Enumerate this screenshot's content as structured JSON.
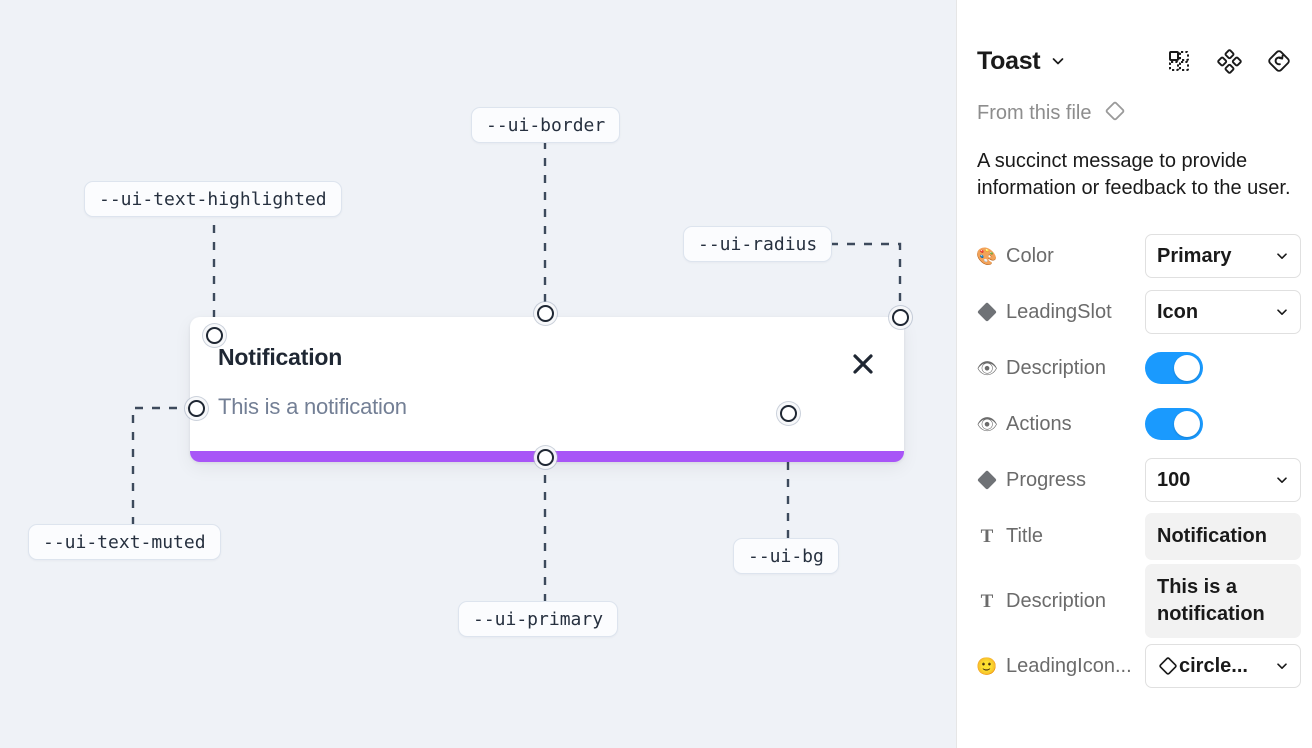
{
  "canvas": {
    "background_color": "#eff2f7",
    "toast": {
      "title": "Notification",
      "description": "This is a notification",
      "close_icon": "close-x-icon",
      "progress_color": "#a855f7",
      "background_color": "#ffffff"
    },
    "tokens": [
      {
        "id": "ui-text-highlighted",
        "label": "--ui-text-highlighted"
      },
      {
        "id": "ui-border",
        "label": "--ui-border"
      },
      {
        "id": "ui-radius",
        "label": "--ui-radius"
      },
      {
        "id": "ui-text-muted",
        "label": "--ui-text-muted"
      },
      {
        "id": "ui-primary",
        "label": "--ui-primary"
      },
      {
        "id": "ui-bg",
        "label": "--ui-bg"
      }
    ]
  },
  "panel": {
    "title": "Toast",
    "title_chevron_icon": "chevron-down-icon",
    "header_icons": [
      {
        "name": "component-grid-icon"
      },
      {
        "name": "component-set-diamond-icon"
      },
      {
        "name": "reset-instance-icon"
      }
    ],
    "from_file": {
      "label": "From this file",
      "icon": "component-diamond-icon"
    },
    "description": "A succinct message to provide information or feedback to the user.",
    "properties": [
      {
        "icon": "palette-emoji",
        "glyph": "🎨",
        "label": "Color",
        "control": "select",
        "value": "Primary"
      },
      {
        "icon": "variant-diamond-icon",
        "glyph": "",
        "label": "LeadingSlot",
        "control": "select",
        "value": "Icon"
      },
      {
        "icon": "eye-emoji",
        "glyph": "👁",
        "label": "Description",
        "control": "toggle",
        "value": "on"
      },
      {
        "icon": "eye-emoji",
        "glyph": "👁",
        "label": "Actions",
        "control": "toggle",
        "value": "on"
      },
      {
        "icon": "variant-diamond-icon",
        "glyph": "",
        "label": "Progress",
        "control": "select",
        "value": "100"
      },
      {
        "icon": "text-prop-icon",
        "glyph": "T",
        "label": "Title",
        "control": "text",
        "value": "Notification"
      },
      {
        "icon": "text-prop-icon",
        "glyph": "T",
        "label": "Description",
        "control": "text",
        "value": "This is a notification"
      },
      {
        "icon": "smiley-emoji",
        "glyph": "🙂",
        "label": "LeadingIcon...",
        "control": "select-instance",
        "value": "circle..."
      }
    ]
  },
  "colors": {
    "accent_blue": "#1a9afe",
    "primary_purple": "#a855f7",
    "canvas_bg": "#eff2f7",
    "panel_bg": "#ffffff"
  }
}
